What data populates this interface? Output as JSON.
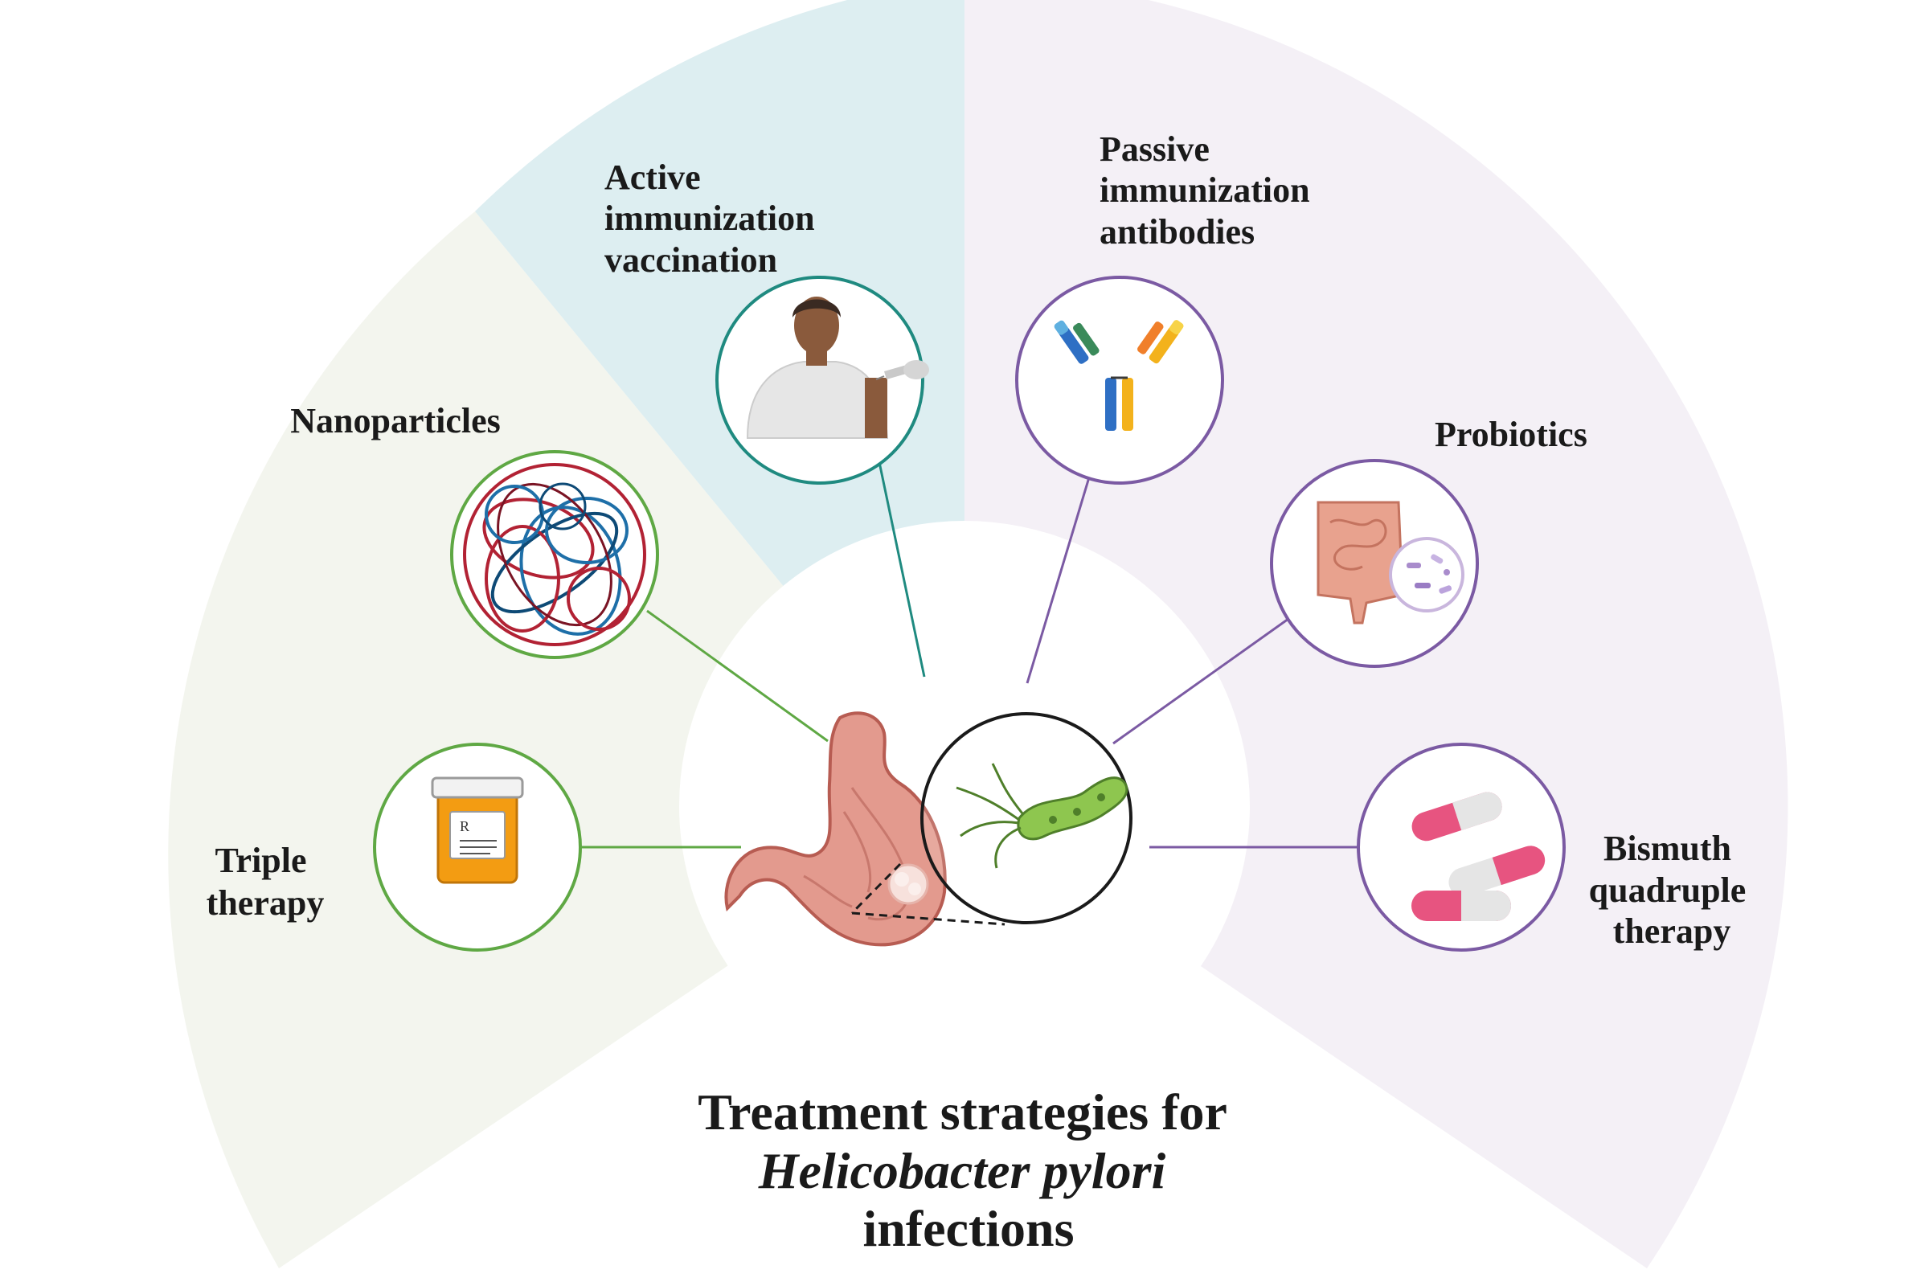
{
  "labels": {
    "triple_therapy": [
      "Triple",
      "therapy"
    ],
    "nanoparticles": "Nanoparticles",
    "active_immunization": [
      "Active",
      "immunization",
      "vaccination"
    ],
    "passive_immunization": [
      "Passive",
      "immunization",
      "antibodies"
    ],
    "probiotics": "Probiotics",
    "bismuth_therapy": [
      "Bismuth",
      "quadruple",
      "therapy"
    ]
  },
  "title": {
    "line1": "Treatment strategies for",
    "line2": "Helicobacter pylori",
    "line3": "infections"
  },
  "icon_text": {
    "rx": "R"
  },
  "colors": {
    "green_sector": "#f3f5ee",
    "blue_sector": "#ddeef1",
    "purple_sector": "#f4f0f6",
    "green": "#5fa844",
    "teal": "#1f8a80",
    "purple": "#7b5aa3",
    "black": "#1a1a1a"
  }
}
